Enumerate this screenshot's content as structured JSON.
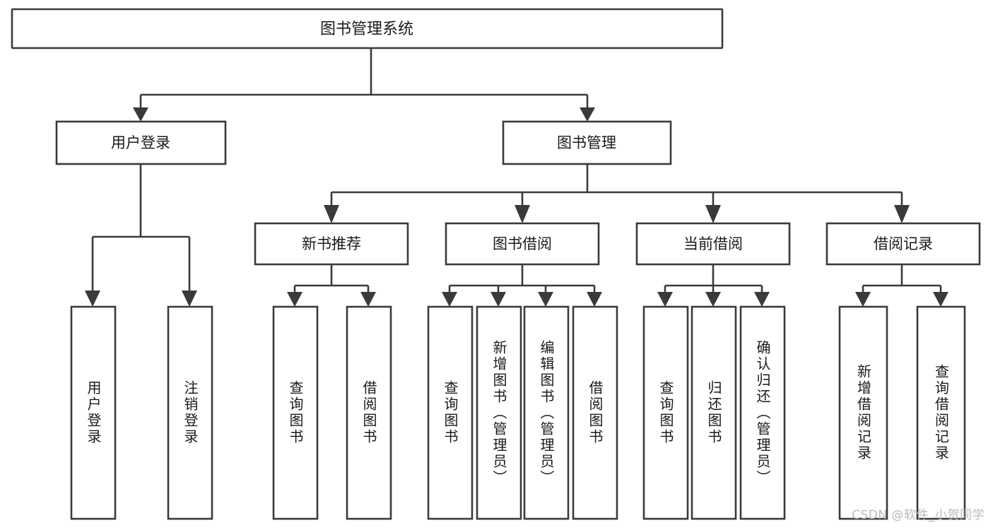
{
  "diagram": {
    "type": "tree-diagram",
    "orientation": "top-down",
    "root_label": "图书管理系统",
    "background_color": "#ffffff",
    "line_color": "#3a3a3a",
    "box_fill": "#ffffff",
    "text_color": "#1a1a1a",
    "watermark": "CSDN @软件_小贺同学",
    "levels": 4
  },
  "root": {
    "label": "图书管理系统"
  },
  "level2": {
    "nodes": [
      {
        "label": "用户登录"
      },
      {
        "label": "图书管理"
      }
    ]
  },
  "level3": {
    "nodes": [
      {
        "label": "新书推荐"
      },
      {
        "label": "图书借阅"
      },
      {
        "label": "当前借阅"
      },
      {
        "label": "借阅记录"
      }
    ]
  },
  "leaves": {
    "user_login": [
      {
        "label": "用户登录"
      },
      {
        "label": "注销登录"
      }
    ],
    "new_book_recommend": [
      {
        "label": "查询图书"
      },
      {
        "label": "借阅图书"
      }
    ],
    "book_borrow": [
      {
        "label": "查询图书"
      },
      {
        "label": "新增图书（管理员）"
      },
      {
        "label": "编辑图书（管理员）"
      },
      {
        "label": "借阅图书"
      }
    ],
    "current_borrow": [
      {
        "label": "查询图书"
      },
      {
        "label": "归还图书"
      },
      {
        "label": "确认归还（管理员）"
      }
    ],
    "borrow_record": [
      {
        "label": "新增借阅记录"
      },
      {
        "label": "查询借阅记录"
      }
    ]
  }
}
